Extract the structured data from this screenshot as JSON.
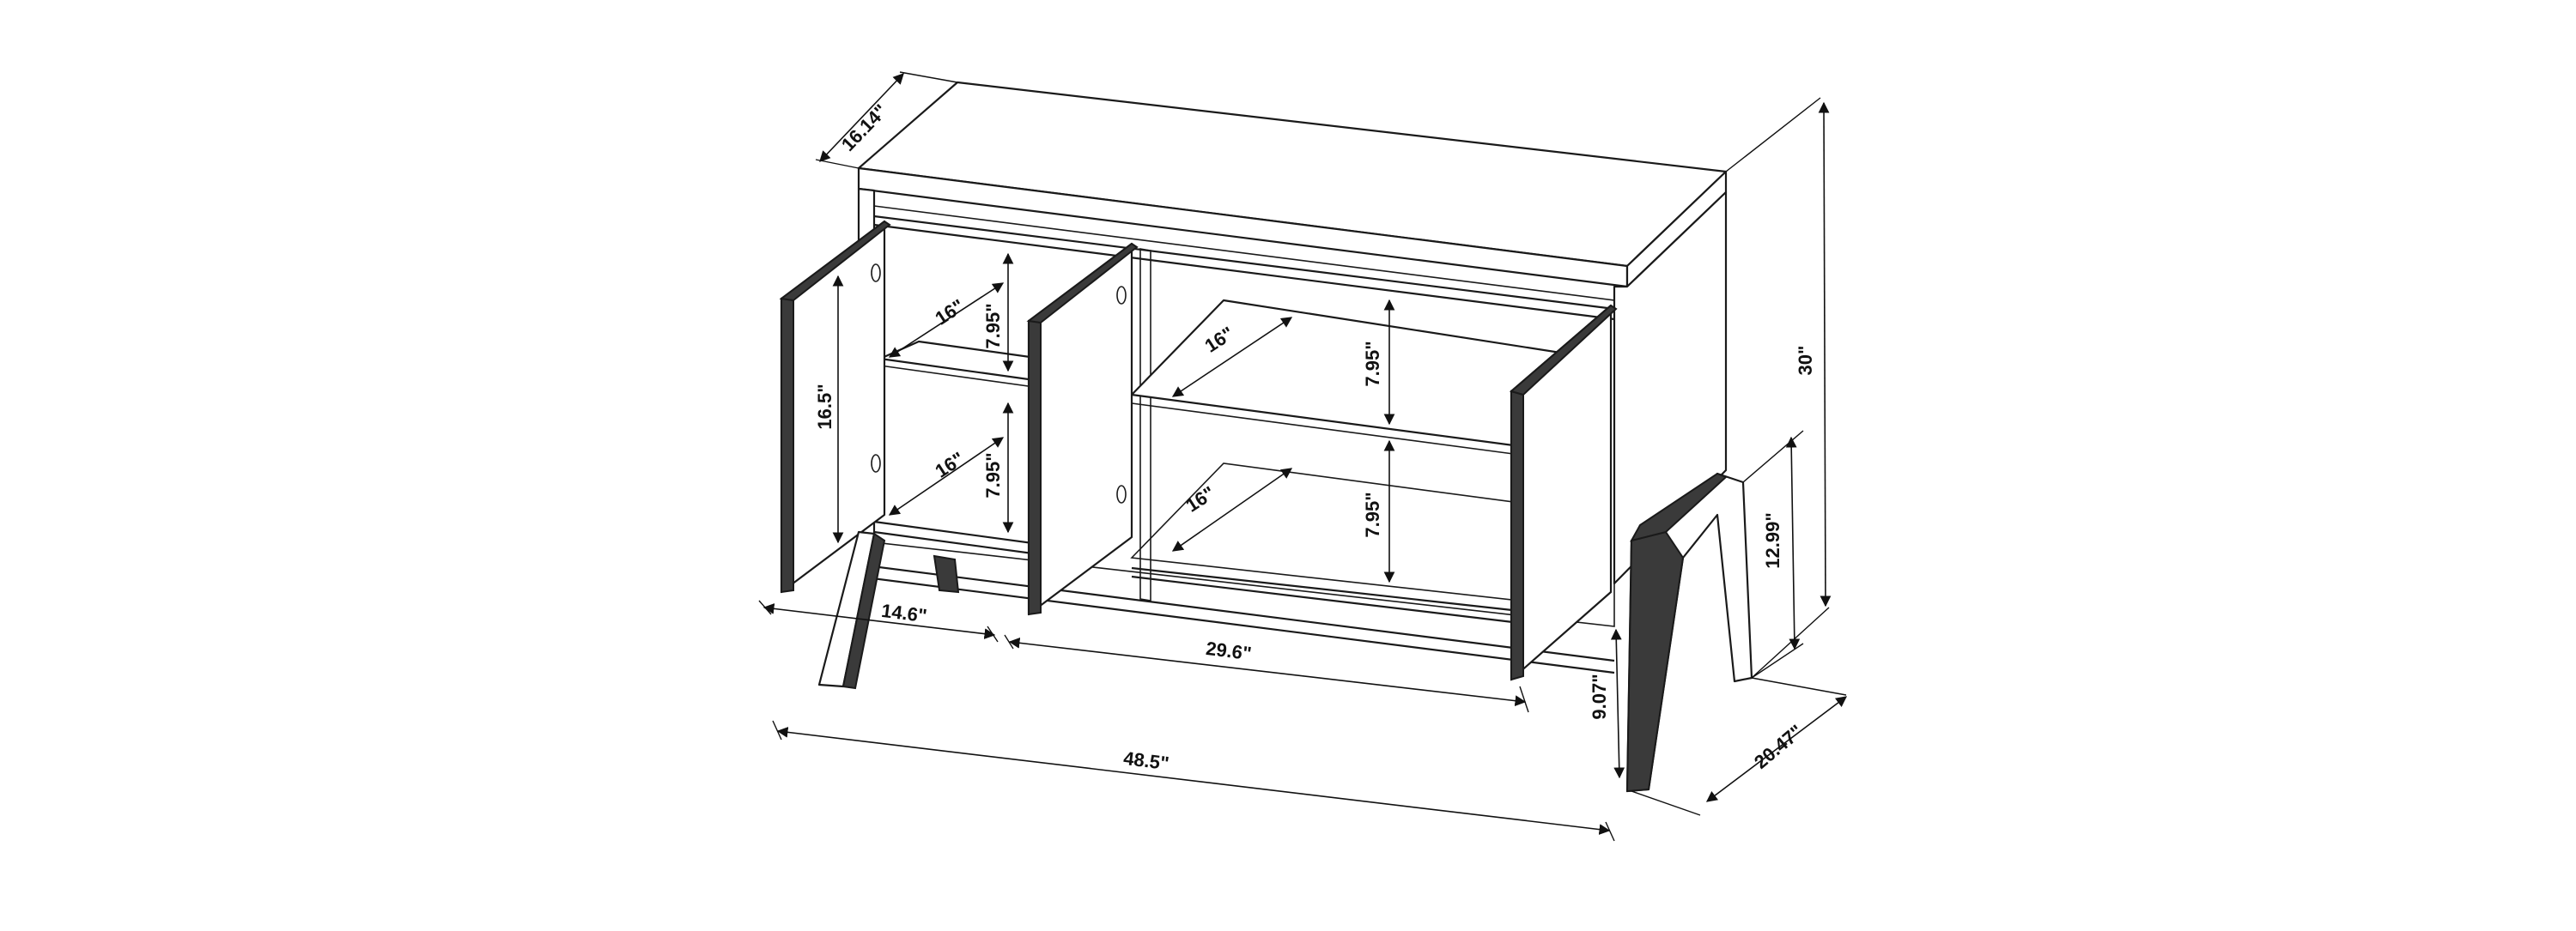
{
  "colors": {
    "line": "#1a1a1a",
    "background": "#ffffff",
    "leg_shade": "#3a3a3a"
  },
  "dimensions": {
    "top_depth": "16.14\"",
    "height": "30\"",
    "door_height": "16.5\"",
    "left_shelf_depth_upper": "16\"",
    "left_shelf_depth_lower": "16\"",
    "left_space_upper": "7.95\"",
    "left_space_lower": "7.95\"",
    "right_shelf_depth_upper": "16\"",
    "right_shelf_depth_lower": "16\"",
    "right_space_upper": "7.95\"",
    "right_space_lower": "7.95\"",
    "left_width": "14.6\"",
    "right_width": "29.6\"",
    "total_width": "48.5\"",
    "leg_height": "12.99\"",
    "clearance": "9.07\"",
    "leg_depth": "20.47\""
  }
}
